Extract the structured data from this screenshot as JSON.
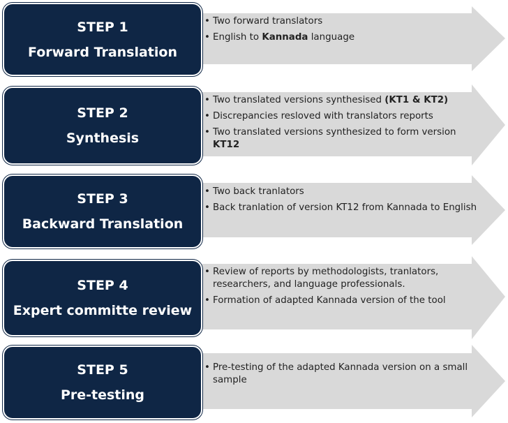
{
  "colors": {
    "box": "#0f2645",
    "arrow": "#d9d9d9",
    "text": "#222222"
  },
  "steps": [
    {
      "title": "STEP 1",
      "name": "Forward Translation",
      "bullets": [
        [
          {
            "t": "Two forward translators"
          }
        ],
        [
          {
            "t": "English to "
          },
          {
            "t": "Kannada",
            "b": true
          },
          {
            "t": " language"
          }
        ]
      ]
    },
    {
      "title": "STEP 2",
      "name": "Synthesis",
      "bullets": [
        [
          {
            "t": "Two translated versions synthesised "
          },
          {
            "t": "(KT1 & KT2)",
            "b": true
          }
        ],
        [
          {
            "t": "Discrepancies resloved with translators reports"
          }
        ],
        [
          {
            "t": "Two translated versions synthesized to form version "
          },
          {
            "t": "KT12",
            "b": true
          }
        ]
      ]
    },
    {
      "title": "STEP 3",
      "name": "Backward Translation",
      "bullets": [
        [
          {
            "t": "Two back tranlators"
          }
        ],
        [
          {
            "t": "Back tranlation of version KT12 from Kannada to English"
          }
        ]
      ]
    },
    {
      "title": "STEP 4",
      "name": "Expert committe review",
      "bullets": [
        [
          {
            "t": "Review of reports by methodologists, tranlators, researchers, and language professionals."
          }
        ],
        [
          {
            "t": "Formation of  adapted Kannada version of the tool"
          }
        ]
      ]
    },
    {
      "title": "STEP 5",
      "name": "Pre-testing",
      "bullets": [
        [
          {
            "t": "Pre-testing of the adapted Kannada version on a small sample"
          }
        ]
      ]
    }
  ]
}
